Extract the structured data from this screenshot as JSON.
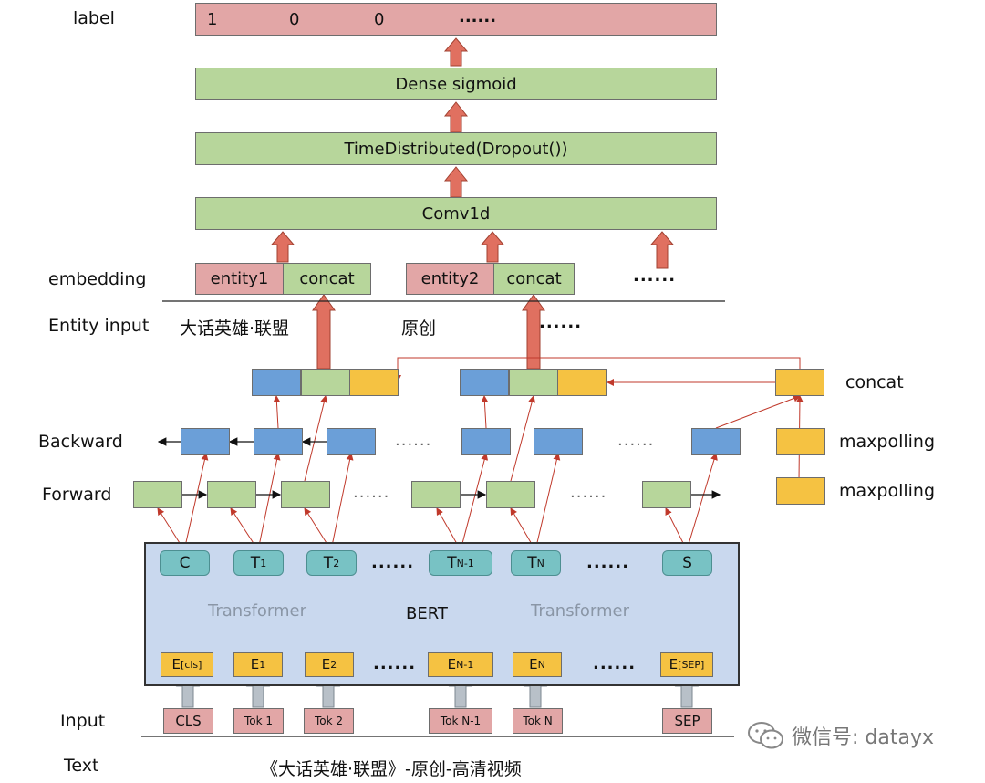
{
  "left_labels": {
    "label": "label",
    "embedding": "embedding",
    "entity_input": "Entity input",
    "backward": "Backward",
    "forward": "Forward",
    "input": "Input",
    "text": "Text"
  },
  "label_row": {
    "v1": "1",
    "v2": "0",
    "v3": "0",
    "dots": "......"
  },
  "layers": {
    "dense": "Dense  sigmoid",
    "time_distributed": "TimeDistributed(Dropout())",
    "conv": "Comv1d"
  },
  "embedding_row": {
    "entity1": "entity1",
    "concat1": "concat",
    "entity2": "entity2",
    "concat2": "concat",
    "dots": "......"
  },
  "entity_inputs": {
    "e1": "大话英雄·联盟",
    "e2": "原创",
    "dots": "......"
  },
  "legend": {
    "concat": "concat",
    "maxpolling_1": "maxpolling",
    "maxpolling_2": "maxpolling"
  },
  "bert": {
    "title": "BERT",
    "transformer_left": "Transformer",
    "transformer_right": "Transformer",
    "outputs": {
      "c": "C",
      "t1": "T",
      "t1_sub": "1",
      "t2": "T",
      "t2_sub": "2",
      "tn1": "T",
      "tn1_sub": "N-1",
      "tn": "T",
      "tn_sub": "N",
      "s": "S"
    },
    "embeddings": {
      "ecls": "E",
      "ecls_sub": "[cls]",
      "e1": "E",
      "e1_sub": "1",
      "e2": "E",
      "e2_sub": "2",
      "en1": "E",
      "en1_sub": "N-1",
      "en": "E",
      "en_sub": "N",
      "esep": "E",
      "esep_sub": "[SEP]"
    }
  },
  "tokens": {
    "cls": "CLS",
    "tok1": "Tok 1",
    "tok2": "Tok 2",
    "tokn1": "Tok N-1",
    "tokn": "Tok N",
    "sep": "SEP"
  },
  "sentence": "《大话英雄·联盟》-原创-高清视频",
  "dots": "......",
  "watermark": "微信号: datayx",
  "colors": {
    "pink": "#e2a6a6",
    "green": "#b7d69b",
    "blue": "#6b9fd8",
    "yellow": "#f5c242",
    "teal": "#78c2c4",
    "bert_bg": "#c9d8ee",
    "arrow_red": "#e07060",
    "line_red": "#c0392b"
  }
}
